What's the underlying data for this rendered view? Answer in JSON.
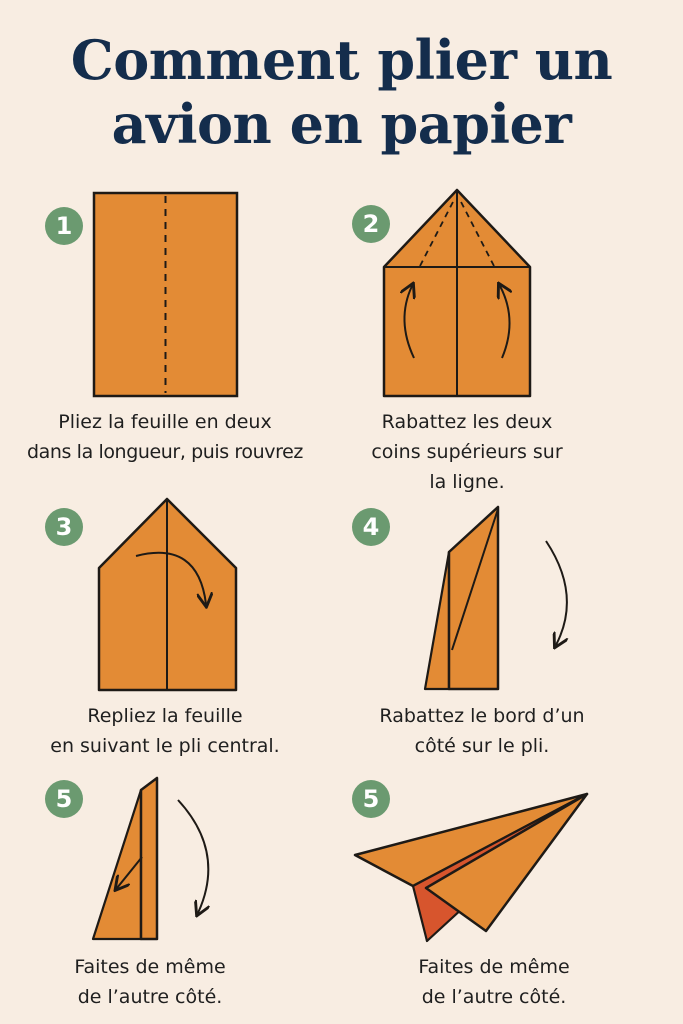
{
  "page": {
    "title_line1": "Comment plier un",
    "title_line2": "avion en papier"
  },
  "steps": [
    {
      "number": "1",
      "lines": [
        "Pliez la feuille en deux",
        "dans la longueur, puis rouvrez"
      ]
    },
    {
      "number": "2",
      "lines": [
        "Rabattez les deux",
        "coins supérieurs sur",
        "la ligne."
      ]
    },
    {
      "number": "3",
      "lines": [
        "Repliez la feuille",
        "en suivant le pli central."
      ]
    },
    {
      "number": "4",
      "lines": [
        "Rabattez le bord d’un",
        "côté sur le pli."
      ]
    },
    {
      "number": "5",
      "lines": [
        "Faites de même",
        "de l’autre côté."
      ]
    },
    {
      "number": "5",
      "lines": [
        "Faites de même",
        "de l’autre côté."
      ]
    }
  ],
  "colors": {
    "background": "#f8ede2",
    "paper": "#e38b35",
    "outline": "#1e1a16",
    "badge": "#6b9a70",
    "title": "#142d4c"
  }
}
